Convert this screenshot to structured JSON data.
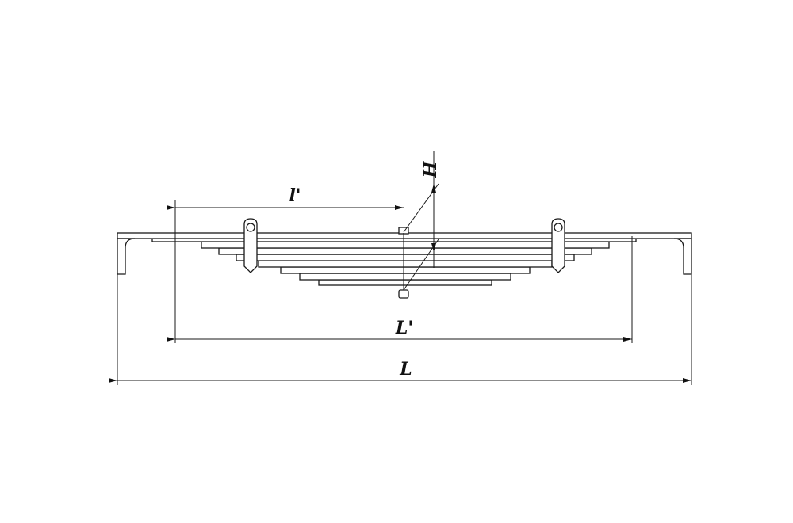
{
  "labels": {
    "height": "H",
    "leaf_half_span": "l'",
    "inner_span": "L'",
    "overall_length": "L"
  }
}
